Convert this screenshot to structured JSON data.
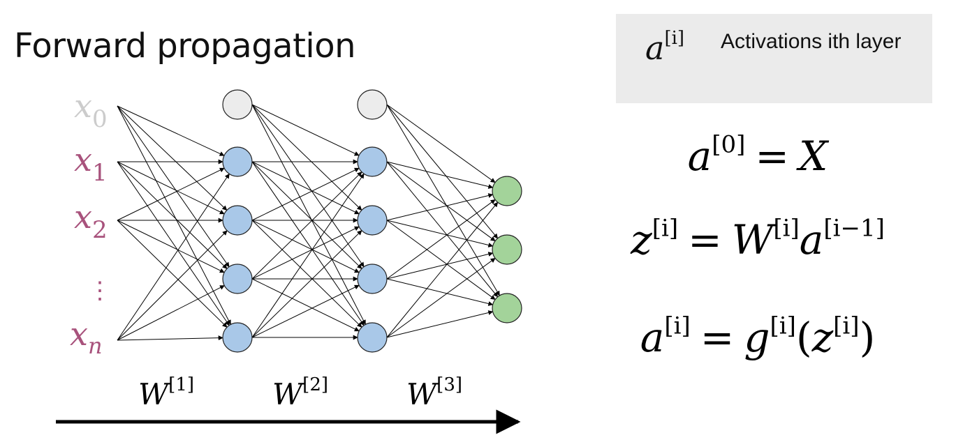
{
  "title": "Forward propagation",
  "definition": {
    "symbol_base": "a",
    "symbol_sup": "[i]",
    "text": "Activations ith layer"
  },
  "diagram": {
    "inputs": [
      {
        "base": "x",
        "sub": "0",
        "color": "#cccccc"
      },
      {
        "base": "x",
        "sub": "1",
        "color": "#a8527c"
      },
      {
        "base": "x",
        "sub": "2",
        "color": "#a8527c"
      },
      {
        "base": "x",
        "sub": "n",
        "color": "#a8527c"
      }
    ],
    "ellipsis": "⋮",
    "weights": [
      "W[1]",
      "W[2]",
      "W[3]"
    ],
    "weight_base": "W",
    "weight_sups": [
      "[1]",
      "[2]",
      "[3]"
    ],
    "colors": {
      "bias": "#ececec",
      "hidden": "#a9c8e8",
      "output": "#a3d39a",
      "input_label": "#a8527c",
      "bias_label": "#cccccc"
    }
  },
  "equations": {
    "eq1": {
      "lhs": "a",
      "lhs_sup": "[0]",
      "op": "=",
      "rhs": "X"
    },
    "eq2": {
      "lhs": "z",
      "lhs_sup": "[i]",
      "op": "=",
      "w": "W",
      "w_sup": "[i]",
      "a": "a",
      "a_sup": "[i−1]"
    },
    "eq3": {
      "lhs": "a",
      "lhs_sup": "[i]",
      "op": "=",
      "g": "g",
      "g_sup": "[i]",
      "lp": "(",
      "z": "z",
      "z_sup": "[i]",
      "rp": ")"
    }
  }
}
